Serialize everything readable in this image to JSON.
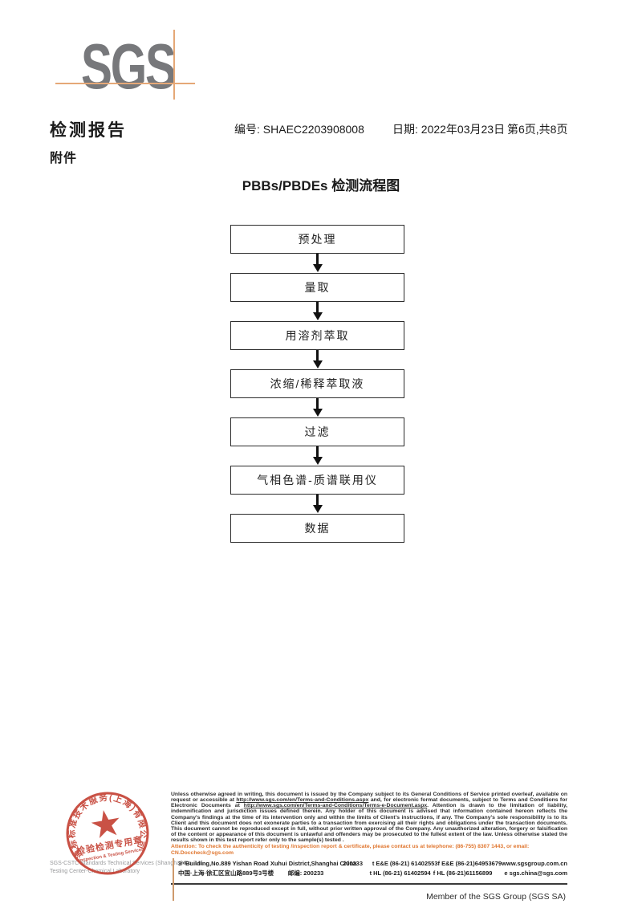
{
  "logo": {
    "text": "SGS"
  },
  "header": {
    "report_title": "检测报告",
    "report_no_label": "编号:",
    "report_no": "SHAEC2203908008",
    "date_label": "日期:",
    "date": "2022年03月23日",
    "page_info": "第6页,共8页",
    "attachment": "附件"
  },
  "flowchart": {
    "title": "PBBs/PBDEs 检测流程图",
    "steps": [
      "预处理",
      "量取",
      "用溶剂萃取",
      "浓缩/稀释萃取液",
      "过滤",
      "气相色谱-质谱联用仪",
      "数据"
    ]
  },
  "stamp": {
    "ring_text": "通标标准技术服务(上海)有限公司",
    "star_icon": "★",
    "seal_line1": "检验检测专用章",
    "seal_line2": "Inspection & Testing Services",
    "color": "#C23A2C",
    "company_en_line1": "SGS-CSTC Standards Technical Services (Shanghai) Co.,Ltd.",
    "company_en_line2": "Testing Center-Chemical Laboratory"
  },
  "footer": {
    "legal": {
      "p1": "Unless otherwise agreed in writing, this document is issued by the Company subject to its General Conditions of Service printed overleaf, available on request or accessible at ",
      "url1": "http://www.sgs.com/en/Terms-and-Conditions.aspx",
      "p2": " and, for electronic format documents, subject to Terms and Conditions for Electronic Documents at ",
      "url2": "http://www.sgs.com/en/Terms-and-Conditions/Terms-e-Document.aspx",
      "p3": ". Attention is drawn to the limitation of liability, indemnification and jurisdiction issues defined therein. Any holder of this document is advised that information contained hereon reflects the Company's findings at the time of its intervention only and within the limits of Client's instructions, if any. The Company's sole responsibility is to its Client and this document does not exonerate parties to a transaction from exercising all their rights and obligations under the transaction documents. This document cannot be reproduced except in full, without prior written approval of the Company. Any unauthorized alteration, forgery or falsification of the content or appearance of this document is unlawful and offenders may be prosecuted to the fullest extent of the law. Unless otherwise stated the results shown in this test report refer only to the sample(s) tested ."
    },
    "attention": "Attention: To check the authenticity of testing /inspection report & certificate, please contact us at telephone: (86-755) 8307 1443, or email: CN.Doccheck@sgs.com",
    "address_en": "3ʳᵈBuilding,No.889 Yishan Road Xuhui District,Shanghai China",
    "postcode_en": "200233",
    "address_cn": "中国·上海·徐汇区宜山路889号3号楼",
    "postcode_cn": "邮编: 200233",
    "tel1": "t E&E (86-21) 61402553",
    "fax1": "f E&E (86-21)64953679",
    "web": "www.sgsgroup.com.cn",
    "tel2": "t HL (86-21) 61402594",
    "fax2": "f HL (86-21)61156899",
    "email": "e sgs.china@sgs.com",
    "member": "Member of the SGS Group (SGS SA)"
  }
}
